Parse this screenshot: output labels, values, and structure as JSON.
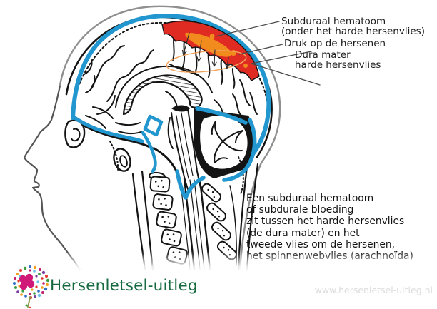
{
  "figure": {
    "annotations": {
      "hematoma_label_line1": "Subduraal hematoom",
      "hematoma_label_line2": "(onder het harde hersenvlies)",
      "pressure_label": "Druk op de hersenen",
      "dura_label_line1": "Dura mater",
      "dura_label_line2": "harde hersenvlies"
    },
    "description_lines": [
      "Een subduraal hematoom",
      "of subdurale bloeding",
      "zit tussen het harde hersenvlies",
      "(de dura mater) en het",
      "tweede vlies om de hersenen,",
      "het spinnenwebvlies (arachnoïda)"
    ],
    "colors": {
      "dura_blue": "#2196cf",
      "hematoma_red": "#e02b22",
      "hematoma_orange": "#f28b1e",
      "pressure_ellipse_orange": "#f2a45c",
      "ink": "#141414",
      "scalp_gray": "#8f8f8f"
    }
  },
  "footer": {
    "brand_name": "Hersenletsel-uitleg",
    "brand_color": "#166a40",
    "website_url": "www.hersenletsel-uitleg.nl",
    "logo_icon": "brain-dots-logo"
  }
}
